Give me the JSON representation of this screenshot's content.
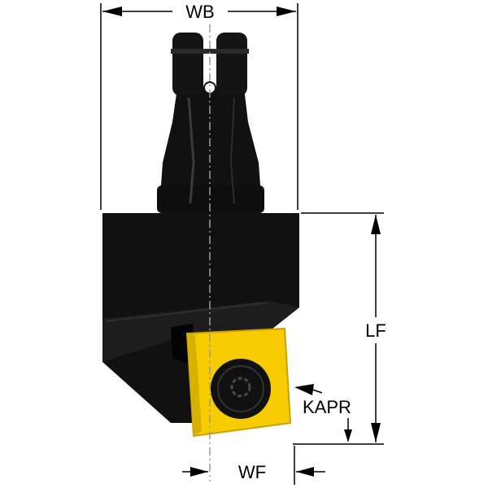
{
  "labels": {
    "wb": "WB",
    "lf": "LF",
    "wf": "WF",
    "kapr": "KAPR"
  },
  "colors": {
    "body": "#111111",
    "shadow": "#000000",
    "insert": "#f6cc00",
    "insert_edge": "#c9a200",
    "dimension": "#000000",
    "centerline": "#9a9a9a"
  }
}
